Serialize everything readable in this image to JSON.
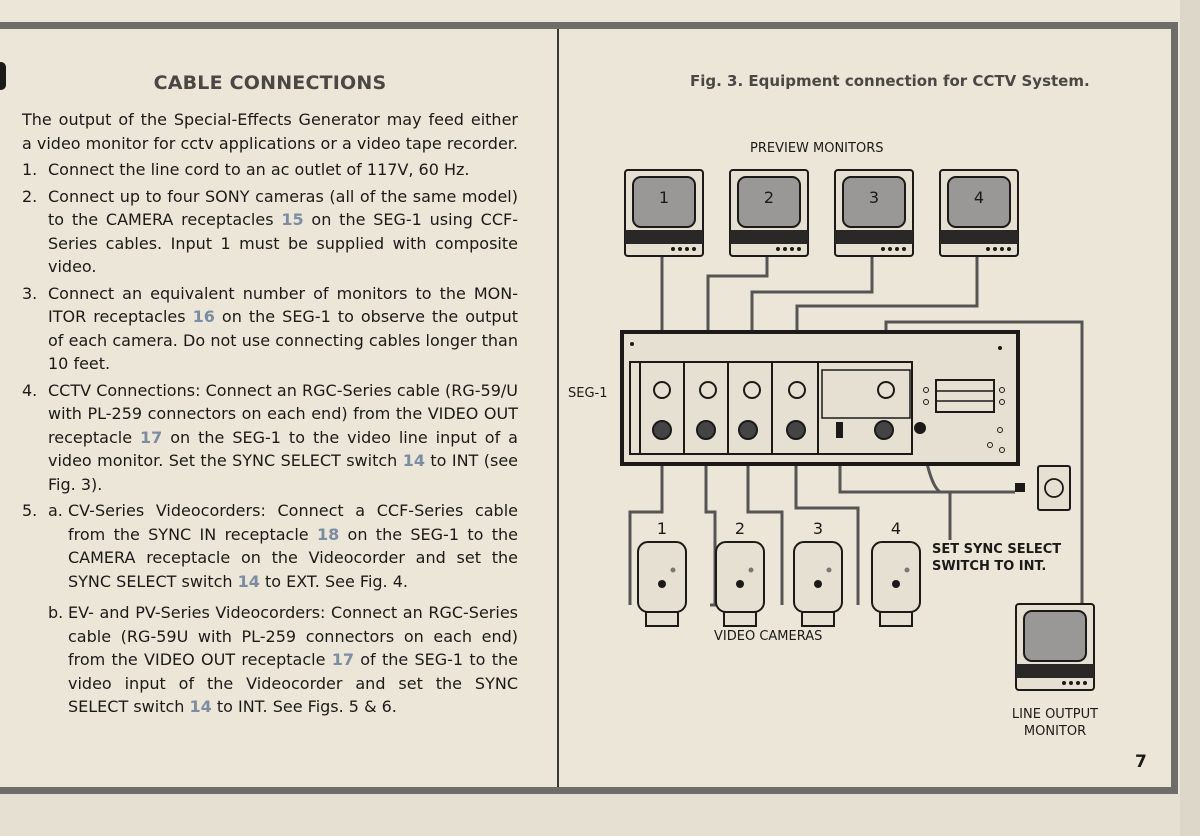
{
  "page": {
    "number": "7"
  },
  "left": {
    "heading": "CABLE CONNECTIONS",
    "intro": "The output of the Special-Effects Generator may feed either a video monitor for cctv applications or a video tape recorder.",
    "steps": [
      {
        "num": "1.",
        "text": "Connect the line cord to an ac outlet of 117V, 60 Hz."
      },
      {
        "num": "2.",
        "pre": "Connect up to four SONY cameras (all of the same model) to the CAMERA receptacles ",
        "ref": "15",
        "post": " on the SEG-1 using CCF-Series cables. Input 1 must be supplied with composite video."
      },
      {
        "num": "3.",
        "pre": "Connect an equivalent number of monitors to the MON-ITOR receptacles ",
        "ref": "16",
        "post": " on the SEG-1 to observe the output of each camera. Do not use connecting cables longer than 10 feet."
      },
      {
        "num": "4.",
        "pre": "CCTV Connections: Connect an RGC-Series cable (RG-59/U with PL-259 connectors on each end) from the VIDEO OUT receptacle ",
        "ref": "17",
        "mid": " on the SEG-1 to the video line input of a video monitor. Set the SYNC SELECT switch ",
        "ref2": "14",
        "post": " to INT (see Fig. 3)."
      }
    ],
    "step5": {
      "num": "5.",
      "a": {
        "lbl": "a.",
        "pre": "CV-Series Videocorders: Connect a CCF-Series cable from the SYNC IN receptacle ",
        "ref": "18",
        "mid": " on the SEG-1 to the CAMERA receptacle on the Videocorder and set the SYNC SELECT switch ",
        "ref2": "14",
        "post": " to EXT. See Fig. 4."
      },
      "b": {
        "lbl": "b.",
        "pre": "EV- and PV-Series Videocorders: Connect an RGC-Series cable (RG-59U with PL-259 connectors on each end) from the VIDEO OUT receptacle ",
        "ref": "17",
        "mid": " of the SEG-1 to the video input of the Videocorder and set the SYNC SELECT switch ",
        "ref2": "14",
        "post": " to INT. See Figs. 5 & 6."
      }
    }
  },
  "figure": {
    "caption": "Fig. 3. Equipment connection for CCTV System.",
    "preview_monitors_label": "PREVIEW MONITORS",
    "monitor_numbers": [
      "1",
      "2",
      "3",
      "4"
    ],
    "seg_label": "SEG-1",
    "camera_numbers": [
      "1",
      "2",
      "3",
      "4"
    ],
    "sync_note_line1": "SET SYNC SELECT",
    "sync_note_line2": "SWITCH TO INT.",
    "video_cameras_label": "VIDEO CAMERAS",
    "line_output_line1": "LINE OUTPUT",
    "line_output_line2": "MONITOR"
  },
  "colors": {
    "paper": "#ece6d8",
    "frame": "#6f6d6a",
    "ref_numbers": "#7c8da2",
    "ink": "#1b1a18"
  }
}
